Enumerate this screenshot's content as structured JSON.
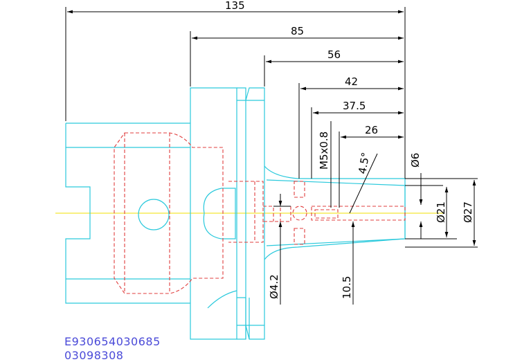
{
  "dimensions": {
    "d135": "135",
    "d85": "85",
    "d56": "56",
    "d42": "42",
    "d37_5": "37.5",
    "d26": "26",
    "thread": "M5x0.8",
    "angle": "4.5°",
    "phi6": "Ø6",
    "phi21": "Ø21",
    "phi27": "Ø27",
    "phi4_2": "Ø4.2",
    "d10_5": "10.5"
  },
  "part_code": "E930654030685",
  "part_number": "03098308",
  "colors": {
    "outline": "#2ac9dc",
    "hidden": "#e03c3c",
    "centerline": "#f0e000",
    "dimension": "#000000",
    "code_text": "#4a4ad8"
  }
}
